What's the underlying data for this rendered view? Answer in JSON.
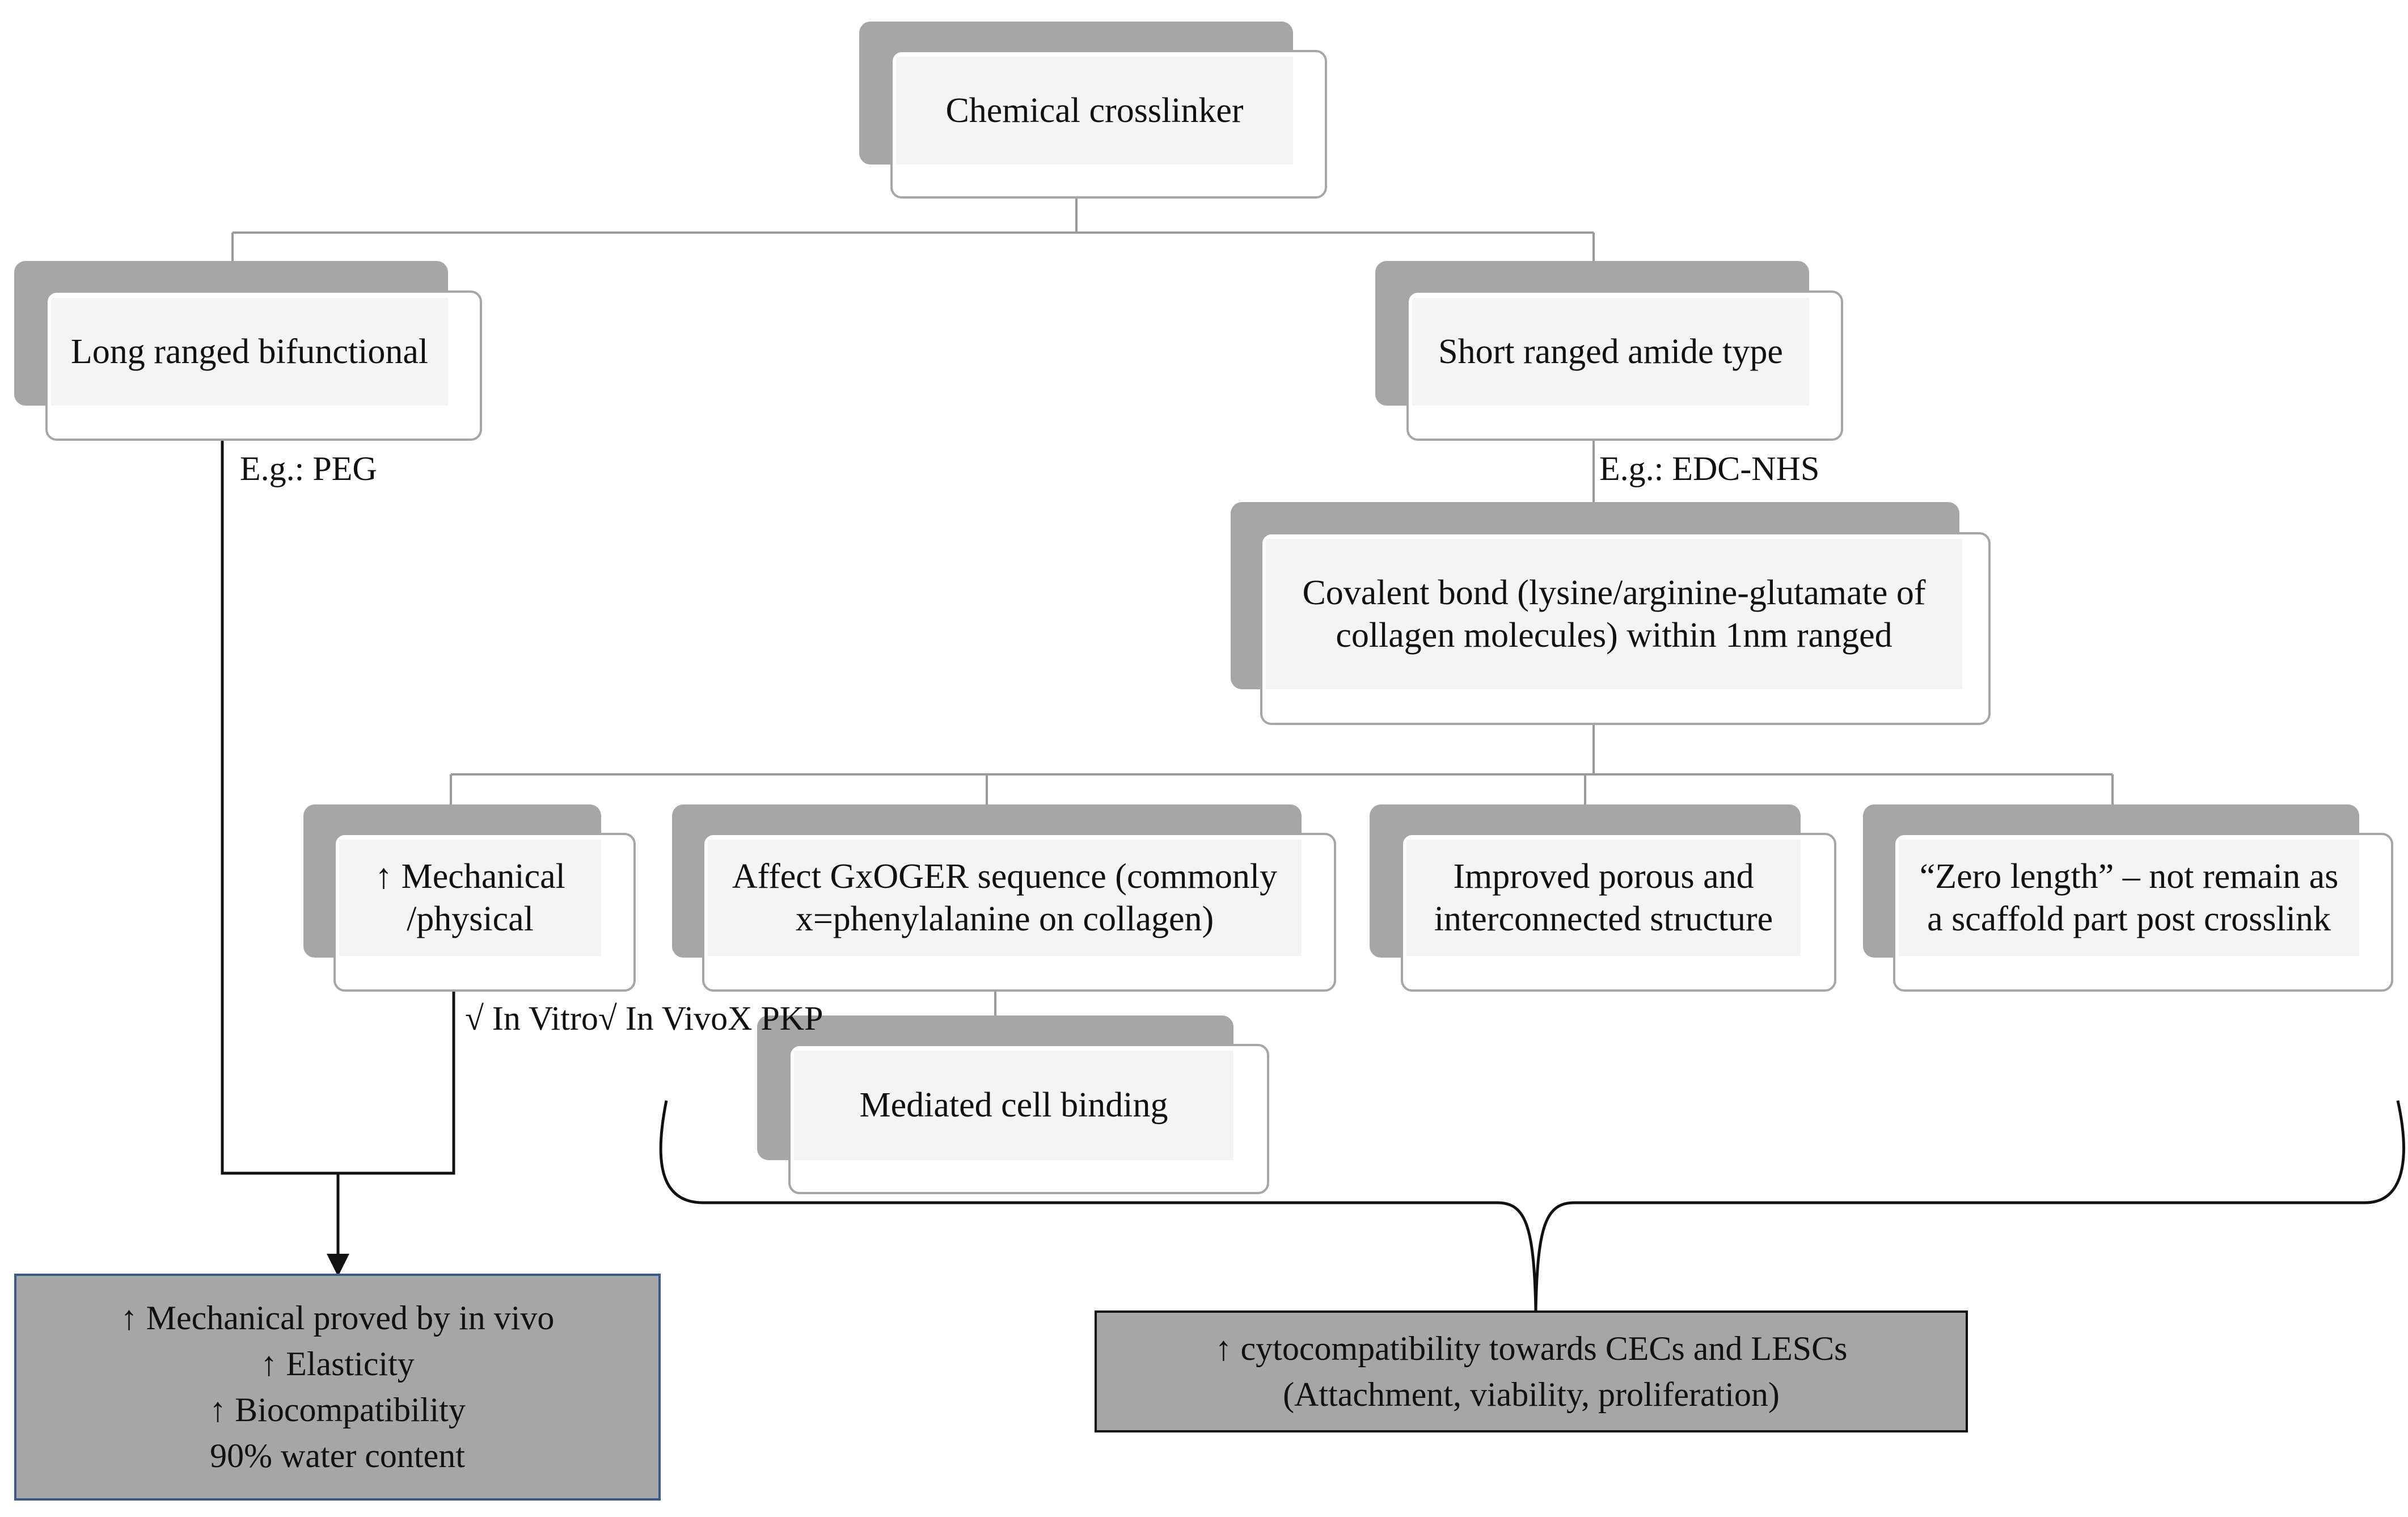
{
  "nodes": {
    "root": {
      "lines": [
        "Chemical  crosslinker"
      ]
    },
    "long": {
      "lines": [
        "Long ranged bifunctional"
      ]
    },
    "short": {
      "lines": [
        "Short ranged amide type"
      ]
    },
    "covalent": {
      "lines": [
        "Covalent  bond (lysine/arginine-glutamate  of",
        "collagen  molecules)  within  1nm  ranged"
      ]
    },
    "mechanical": {
      "lines": [
        "↑ Mechanical",
        "/physical"
      ]
    },
    "gxoger": {
      "lines": [
        "Affect  GxOGER  sequence  (commonly",
        "x=phenylalanine  on collagen)"
      ]
    },
    "porous": {
      "lines": [
        "Improved  porous  and",
        "interconnected  structure"
      ]
    },
    "zero": {
      "lines": [
        "“Zero length”  – not remain  as",
        "a scaffold  part post crosslink"
      ]
    },
    "binding": {
      "lines": [
        "Mediated  cell  binding"
      ]
    }
  },
  "labels": {
    "peg": "E.g.:  PEG",
    "edc": "E.g.:  EDC-NHS",
    "checks": [
      "√ In Vitro",
      "√ In Vivo",
      "X PKP"
    ]
  },
  "results": {
    "left": {
      "lines": [
        "↑ Mechanical  proved by in  vivo",
        "↑ Elasticity",
        "↑ Biocompatibility",
        "90% water  content"
      ]
    },
    "right": {
      "lines": [
        "↑ cytocompatibility  towards  CECs and LESCs",
        "(Attachment,  viability,  proliferation)"
      ]
    }
  },
  "colors": {
    "shadow": "#a6a6a6",
    "card_fill": "#f4f4f4",
    "result_fill": "#a6a6a6",
    "left_result_border": "#3b5a8c",
    "right_result_border": "#111111"
  }
}
